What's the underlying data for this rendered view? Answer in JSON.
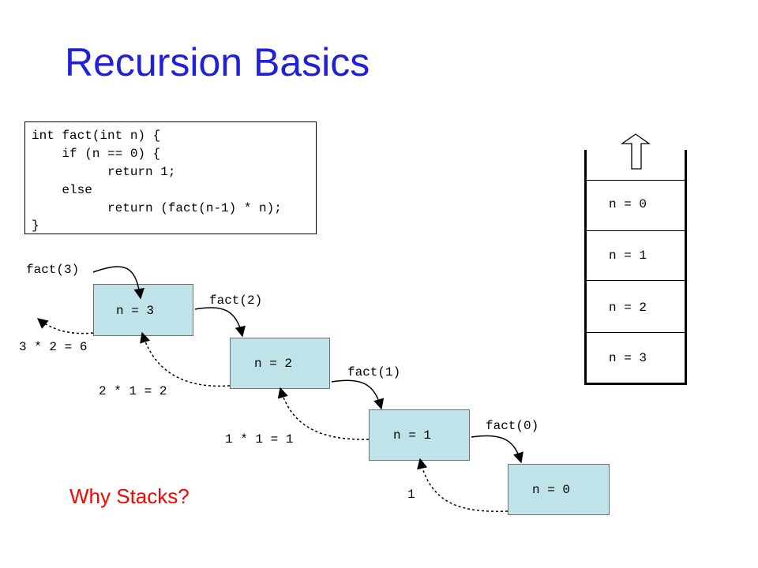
{
  "slide": {
    "title": "Recursion Basics",
    "footer": "Why Stacks?"
  },
  "code": {
    "lines": [
      "int fact(int n) {",
      "    if (n == 0) {",
      "          return 1;",
      "    else",
      "          return (fact(n-1) * n);",
      "}"
    ]
  },
  "calls": {
    "frames": [
      "n = 3",
      "n = 2",
      "n = 1",
      "n = 0"
    ],
    "call_labels": [
      "fact(3)",
      "fact(2)",
      "fact(1)",
      "fact(0)"
    ],
    "return_labels": [
      "3 * 2 = 6",
      "2 * 1 = 2",
      "1 * 1 = 1",
      "1"
    ]
  },
  "stack": {
    "entries_top_to_bottom": [
      "n = 0",
      "n = 1",
      "n = 2",
      "n = 3"
    ],
    "push_arrow_icon": "up-arrow-icon"
  },
  "colors": {
    "title": "#1f1fdc",
    "footer": "#ff0000",
    "frame_fill": "#bfe3e8"
  }
}
